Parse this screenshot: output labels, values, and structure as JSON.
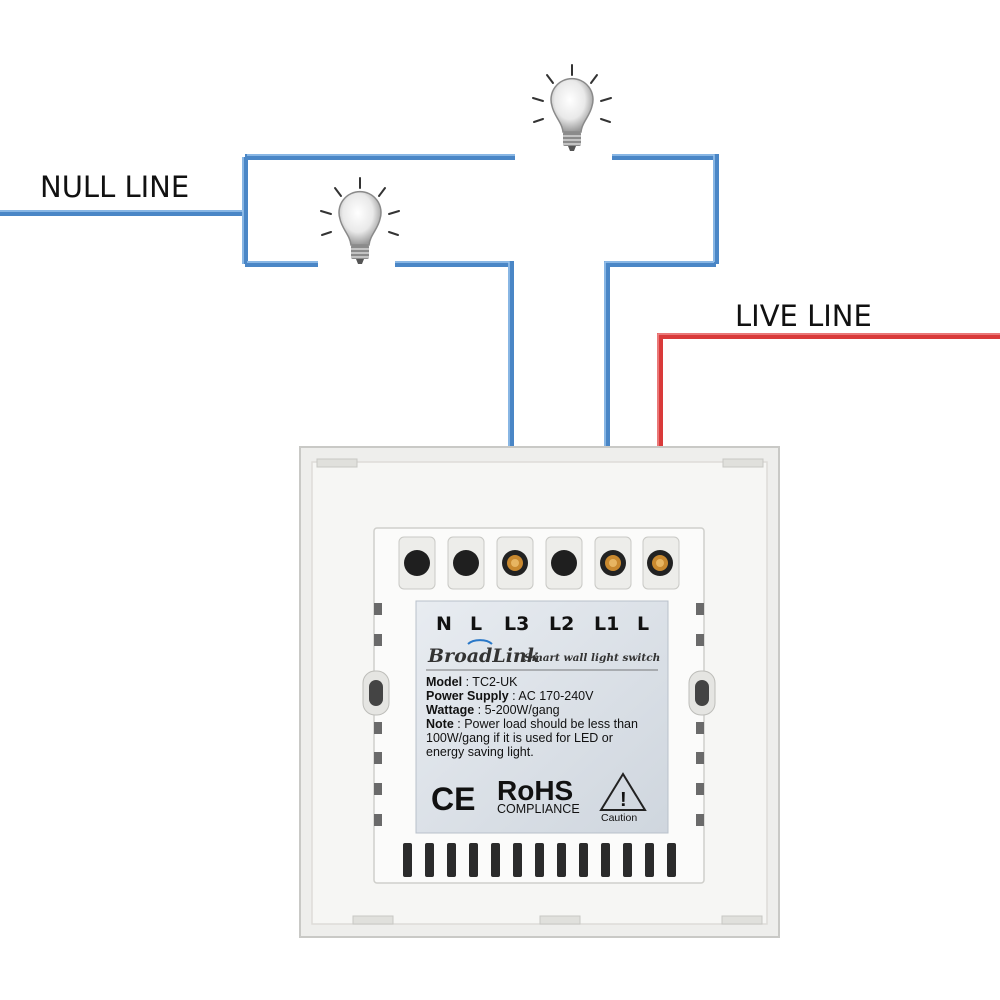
{
  "wires": {
    "null_label": "NULL LINE",
    "live_label": "LIVE LINE",
    "null_color": "#4a86c6",
    "live_color": "#d93a3a"
  },
  "bulbs": [
    {
      "icon": "light-bulb-icon"
    },
    {
      "icon": "light-bulb-icon"
    }
  ],
  "switch": {
    "terminals": [
      "N",
      "L",
      "L3",
      "L2",
      "L1",
      "L"
    ],
    "brand": "BroadLink",
    "product": "Smart wall light switch",
    "specs": [
      {
        "key": "Model",
        "value": " : TC2-UK"
      },
      {
        "key": "Power Supply",
        "value": " : AC 170-240V"
      },
      {
        "key": "Wattage",
        "value": " : 5-200W/gang"
      },
      {
        "key": "Note",
        "value": " : Power load should be less than"
      }
    ],
    "note_lines": [
      "100W/gang if it is used for LED or",
      "energy saving light."
    ],
    "marks": {
      "ce": "CE",
      "rohs": "RoHS",
      "compliance": "COMPLIANCE",
      "caution_symbol": "!",
      "caution": "Caution"
    }
  }
}
